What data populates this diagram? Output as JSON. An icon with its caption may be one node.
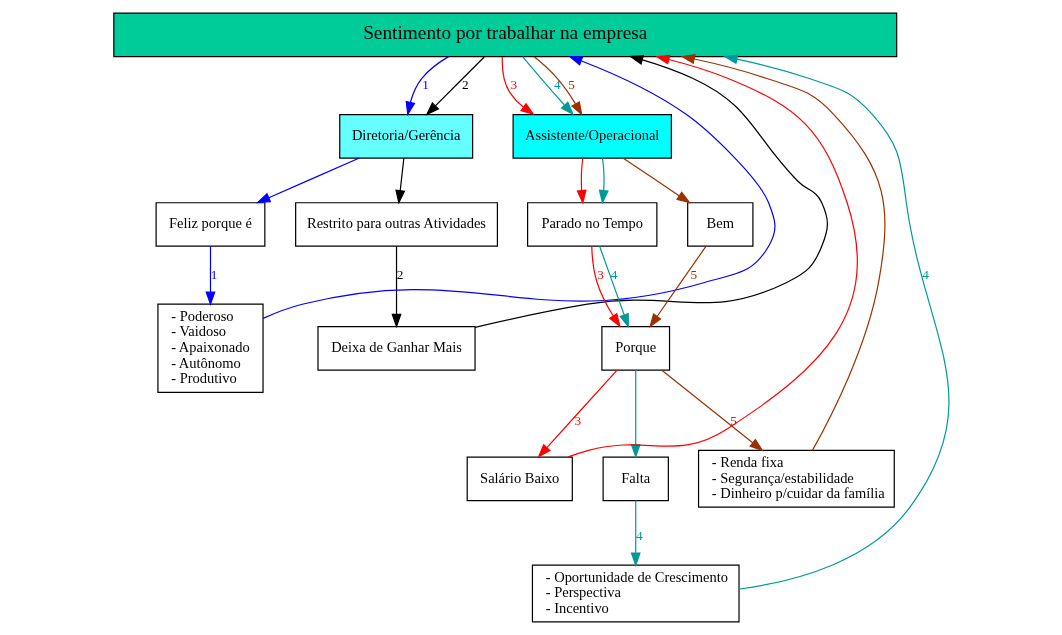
{
  "diagram": {
    "nodes": [
      {
        "text": [
          "Sentimento por trabalhar na empresa"
        ]
      },
      {
        "text": [
          "Diretoria/Gerência"
        ]
      },
      {
        "text": [
          "Feliz porque é"
        ]
      },
      {
        "text": [
          "Restrito para outras Atividades"
        ]
      },
      {
        "text": [
          "- Poderoso",
          "- Vaidoso",
          "- Apaixonado",
          "- Autônomo",
          "- Produtivo"
        ]
      },
      {
        "text": [
          "Deixa de Ganhar Mais"
        ]
      },
      {
        "text": [
          "Assistente/Operacional"
        ]
      },
      {
        "text": [
          "Parado no Tempo"
        ]
      },
      {
        "text": [
          "Bem"
        ]
      },
      {
        "text": [
          "Porque"
        ]
      },
      {
        "text": [
          "Salário Baixo"
        ]
      },
      {
        "text": [
          "Falta"
        ]
      },
      {
        "text": [
          "- Renda fixa",
          "- Segurança/estabilidade",
          "- Dinheiro p/cuidar da família"
        ]
      },
      {
        "text": [
          "- Oportunidade de Crescimento",
          "- Perspectiva",
          "- Incentivo"
        ]
      }
    ],
    "edges": [
      {
        "from": 0,
        "to": 1,
        "arrow": "to",
        "label": "1",
        "color": "#0000ff"
      },
      {
        "from": 1,
        "to": 2,
        "arrow": "to",
        "color": "#0000ff"
      },
      {
        "from": 2,
        "to": 4,
        "arrow": "to",
        "label": "1",
        "color": "#0000ff"
      },
      {
        "from": 4,
        "to": 0,
        "arrow": "to",
        "color": "#0000ff"
      },
      {
        "from": 0,
        "to": 1,
        "arrow": "to",
        "label": "2",
        "color": "#000000"
      },
      {
        "from": 1,
        "to": 3,
        "arrow": "to",
        "color": "#000000"
      },
      {
        "from": 3,
        "to": 5,
        "arrow": "to",
        "label": "2",
        "color": "#000000"
      },
      {
        "from": 5,
        "to": 0,
        "arrow": "to",
        "color": "#000000"
      },
      {
        "from": 0,
        "to": 6,
        "arrow": "to",
        "label": "3",
        "color": "#ff0000"
      },
      {
        "from": 6,
        "to": 7,
        "arrow": "to",
        "color": "#ff0000"
      },
      {
        "from": 7,
        "to": 9,
        "arrow": "to",
        "label": "3",
        "color": "#ff0000"
      },
      {
        "from": 9,
        "to": 10,
        "arrow": "to",
        "label": "3",
        "color": "#ff0000"
      },
      {
        "from": 10,
        "to": 0,
        "arrow": "to",
        "color": "#ff0000"
      },
      {
        "from": 0,
        "to": 6,
        "arrow": "to",
        "label": "4"
      },
      {
        "from": 6,
        "to": 7,
        "arrow": "to"
      },
      {
        "from": 7,
        "to": 9,
        "arrow": "to",
        "label": "4"
      },
      {
        "from": 9,
        "to": 11,
        "arrow": "to"
      },
      {
        "from": 11,
        "to": 13,
        "arrow": "to",
        "label": "4"
      },
      {
        "from": 13,
        "to": 0,
        "arrow": "to",
        "label": "4"
      },
      {
        "from": 0,
        "to": 6,
        "arrow": "to",
        "label": "5",
        "color": "#993300"
      },
      {
        "from": 6,
        "to": 8,
        "arrow": "to",
        "color": "#993300"
      },
      {
        "from": 8,
        "to": 9,
        "arrow": "to",
        "label": "5",
        "color": "#993300"
      },
      {
        "from": 9,
        "to": 12,
        "arrow": "to",
        "label": "5",
        "color": "#993300"
      },
      {
        "from": 12,
        "to": 0,
        "arrow": "to",
        "color": "#993300"
      }
    ]
  }
}
